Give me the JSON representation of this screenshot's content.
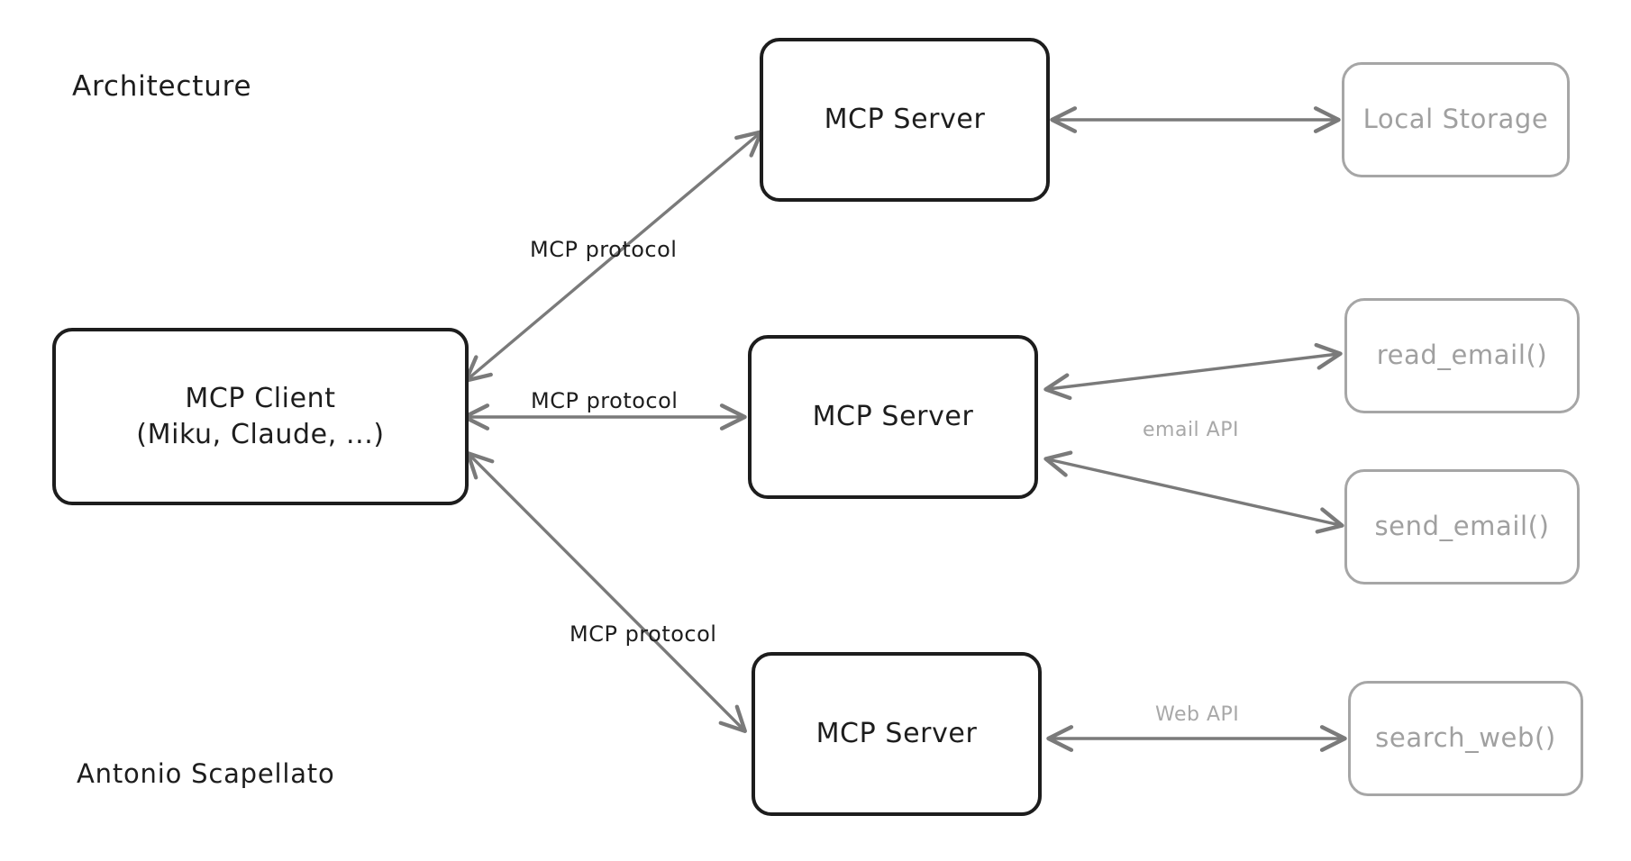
{
  "diagram": {
    "title": "Architecture",
    "author": "Antonio Scapellato",
    "colors": {
      "background": "#ffffff",
      "primary_stroke": "#1d1d1d",
      "secondary_stroke": "#a6a6a6",
      "arrow": "#7a7a7a",
      "muted_text": "#a8a8a8"
    },
    "nodes": {
      "client": {
        "label": "MCP Client\n(Miku, Claude, ...)",
        "line1": "MCP Client",
        "line2": "(Miku, Claude, ...)"
      },
      "server_top": {
        "label": "MCP Server"
      },
      "server_middle": {
        "label": "MCP Server"
      },
      "server_bottom": {
        "label": "MCP Server"
      },
      "local_storage": {
        "label": "Local Storage"
      },
      "read_email": {
        "label": "read_email()"
      },
      "send_email": {
        "label": "send_email()"
      },
      "search_web": {
        "label": "search_web()"
      }
    },
    "edges": {
      "client_server_top": {
        "label": "MCP protocol"
      },
      "client_server_middle": {
        "label": "MCP protocol"
      },
      "client_server_bottom": {
        "label": "MCP protocol"
      },
      "server_middle_email": {
        "label": "email API"
      },
      "server_bottom_web": {
        "label": "Web API"
      },
      "server_top_storage": {
        "label": ""
      }
    }
  }
}
